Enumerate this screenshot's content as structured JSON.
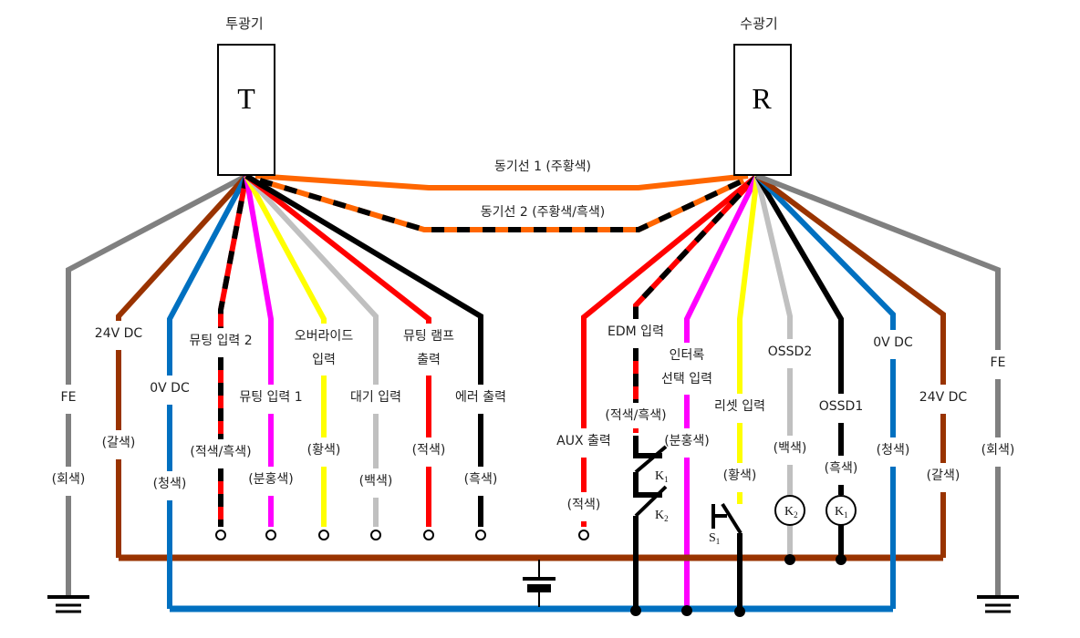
{
  "colors": {
    "gray": "#808080",
    "brown": "#993300",
    "blue": "#0070C0",
    "red": "#FF0000",
    "black": "#000000",
    "magenta": "#FF00FF",
    "yellow": "#FFFF00",
    "white_wire": "#C0C0C0",
    "orange": "#FF6600"
  },
  "emitter": {
    "title": "투광기",
    "letter": "T"
  },
  "receiver": {
    "title": "수광기",
    "letter": "R"
  },
  "sync_lines": [
    {
      "label": "동기선 1 (주황색)"
    },
    {
      "label": "동기선 2 (주황색/흑색)"
    }
  ],
  "emitter_wires": [
    {
      "id": "fe",
      "name": [
        "FE"
      ],
      "color_label": "(회색)"
    },
    {
      "id": "24v",
      "name": [
        "24V DC"
      ],
      "color_label": "(갈색)"
    },
    {
      "id": "0v",
      "name": [
        "0V DC"
      ],
      "color_label": "(청색)"
    },
    {
      "id": "muting2",
      "name": [
        "뮤팅 입력 2"
      ],
      "color_label": "(적색/흑색)"
    },
    {
      "id": "muting1",
      "name": [
        "뮤팅 입력 1"
      ],
      "color_label": "(분홍색)"
    },
    {
      "id": "override",
      "name": [
        "오버라이드",
        "입력"
      ],
      "color_label": "(황색)"
    },
    {
      "id": "standby",
      "name": [
        "대기 입력"
      ],
      "color_label": "(백색)"
    },
    {
      "id": "mutelamp",
      "name": [
        "뮤팅 램프",
        "출력"
      ],
      "color_label": "(적색)"
    },
    {
      "id": "error",
      "name": [
        "에러 출력"
      ],
      "color_label": "(흑색)"
    }
  ],
  "receiver_wires": [
    {
      "id": "aux",
      "name": [
        "AUX 출력"
      ],
      "color_label": "(적색)"
    },
    {
      "id": "edm",
      "name": [
        "EDM 입력"
      ],
      "color_label": "(적색/흑색)"
    },
    {
      "id": "interlock",
      "name": [
        "인터록",
        "선택 입력"
      ],
      "color_label": "(분홍색)"
    },
    {
      "id": "reset",
      "name": [
        "리셋 입력"
      ],
      "color_label": "(황색)"
    },
    {
      "id": "ossd2",
      "name": [
        "OSSD2"
      ],
      "color_label": "(백색)"
    },
    {
      "id": "ossd1",
      "name": [
        "OSSD1"
      ],
      "color_label": "(흑색)"
    },
    {
      "id": "0v",
      "name": [
        "0V DC"
      ],
      "color_label": "(청색)"
    },
    {
      "id": "24v",
      "name": [
        "24V DC"
      ],
      "color_label": "(갈색)"
    },
    {
      "id": "fe",
      "name": [
        "FE"
      ],
      "color_label": "(회색)"
    }
  ],
  "components": {
    "k1": {
      "main": "K",
      "sub": "1"
    },
    "k2": {
      "main": "K",
      "sub": "2"
    },
    "s1": {
      "main": "S",
      "sub": "1"
    }
  },
  "icons": [
    "ground-icon",
    "battery-icon",
    "relay-coil-icon",
    "nc-contact-icon",
    "pushbutton-switch-icon",
    "terminal-icon",
    "junction-dot-icon"
  ]
}
